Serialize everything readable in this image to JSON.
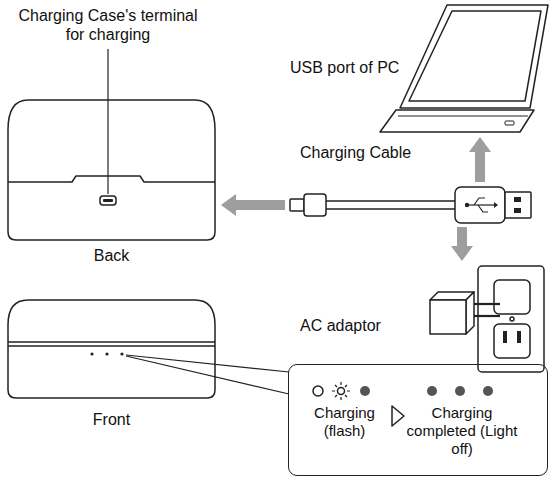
{
  "diagram": {
    "nodes": [
      {
        "text": [
          "Back"
        ]
      },
      {
        "text": [
          "USB port of PC"
        ]
      },
      {
        "text": [
          "Charging Cable"
        ]
      },
      {
        "text": [
          "AC adaptor"
        ]
      },
      {
        "text": [
          "Front"
        ]
      },
      {
        "text": [
          "Charging (flash)",
          "Charging completed (Light off)"
        ]
      }
    ],
    "edges": [
      {
        "from": 2,
        "to": 0,
        "arrow": "to"
      },
      {
        "from": 2,
        "to": 1,
        "arrow": "to"
      },
      {
        "from": 2,
        "to": 3,
        "arrow": "to"
      }
    ],
    "labels": [
      "Charging Case's terminal for charging"
    ]
  }
}
